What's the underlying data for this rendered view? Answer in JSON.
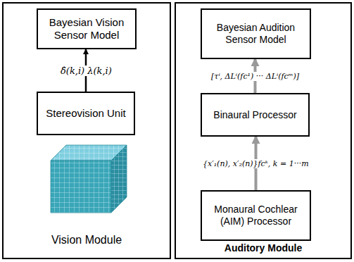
{
  "diagram": {
    "nodes": [
      {
        "text": [
          "Vision Module"
        ]
      },
      {
        "text": [
          "Bayesian Vision Sensor Model"
        ],
        "in": 0
      },
      {
        "text": [
          "Stereovision Unit"
        ],
        "in": 0
      },
      {
        "text": [
          "Auditory Module"
        ]
      },
      {
        "text": [
          "Bayesian Audition Sensor Model"
        ],
        "in": 3
      },
      {
        "text": [
          "Binaural Processor"
        ],
        "in": 3
      },
      {
        "text": [
          "Monaural Cochlear (AIM) Processor"
        ],
        "in": 3
      }
    ],
    "edges": [
      {
        "from": 2,
        "to": 1,
        "arrow": "to",
        "label": "δ̂(k,i)   λ(k,i)"
      },
      {
        "from": 5,
        "to": 4,
        "arrow": "to",
        "label": "[τⁱ, ΔLⁱ(fc¹) ··· ΔLⁱ(fcᵐ)]"
      },
      {
        "from": 6,
        "to": 5,
        "arrow": "to",
        "label": "{x′₁(n), x′₂(n)}fcᵏ,  k = 1···m"
      }
    ]
  }
}
